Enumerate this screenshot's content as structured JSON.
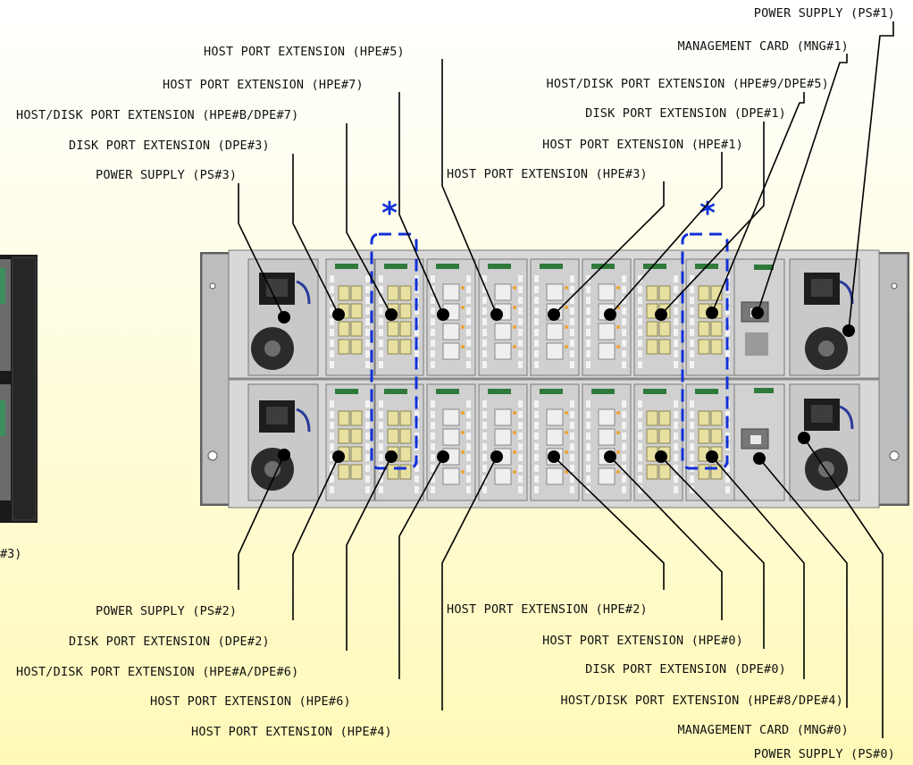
{
  "diagram": {
    "asterisk": "*",
    "partial_left_label": "#3)",
    "labels_top": [
      {
        "id": "ps1",
        "text": "POWER SUPPLY (PS#1)"
      },
      {
        "id": "mng1",
        "text": "MANAGEMENT CARD (MNG#1)"
      },
      {
        "id": "hpe5",
        "text": "HOST PORT EXTENSION (HPE#5)"
      },
      {
        "id": "hpe7",
        "text": "HOST PORT EXTENSION (HPE#7)"
      },
      {
        "id": "hpe9dpe5",
        "text": "HOST/DISK PORT EXTENSION (HPE#9/DPE#5)"
      },
      {
        "id": "hpebdpe7",
        "text": "HOST/DISK PORT EXTENSION (HPE#B/DPE#7)"
      },
      {
        "id": "dpe1",
        "text": "DISK PORT EXTENSION (DPE#1)"
      },
      {
        "id": "dpe3",
        "text": "DISK PORT EXTENSION (DPE#3)"
      },
      {
        "id": "hpe1",
        "text": "HOST PORT EXTENSION (HPE#1)"
      },
      {
        "id": "ps3",
        "text": "POWER SUPPLY (PS#3)"
      },
      {
        "id": "hpe3",
        "text": "HOST PORT EXTENSION (HPE#3)"
      }
    ],
    "labels_bottom": [
      {
        "id": "ps2",
        "text": "POWER SUPPLY (PS#2)"
      },
      {
        "id": "hpe2",
        "text": "HOST PORT EXTENSION (HPE#2)"
      },
      {
        "id": "dpe2",
        "text": "DISK PORT EXTENSION (DPE#2)"
      },
      {
        "id": "hpe0",
        "text": "HOST PORT EXTENSION (HPE#0)"
      },
      {
        "id": "hpeadpe6",
        "text": "HOST/DISK PORT EXTENSION (HPE#A/DPE#6)"
      },
      {
        "id": "dpe0",
        "text": "DISK PORT EXTENSION (DPE#0)"
      },
      {
        "id": "hpe6",
        "text": "HOST PORT EXTENSION (HPE#6)"
      },
      {
        "id": "hpe8dpe4",
        "text": "HOST/DISK PORT EXTENSION (HPE#8/DPE#4)"
      },
      {
        "id": "hpe4",
        "text": "HOST PORT EXTENSION (HPE#4)"
      },
      {
        "id": "mng0",
        "text": "MANAGEMENT CARD (MNG#0)"
      },
      {
        "id": "ps0",
        "text": "POWER SUPPLY (PS#0)"
      }
    ],
    "colors": {
      "background_top": "#ffffff",
      "background_bottom": "#fff9b8",
      "chassis": "#d4d4d4",
      "chassis_dark": "#8a8a8a",
      "marker": "#000000",
      "dashed_highlight": "#1030d8",
      "card_green": "#2f7a3a",
      "port_yellow": "#e8e0a0"
    }
  }
}
